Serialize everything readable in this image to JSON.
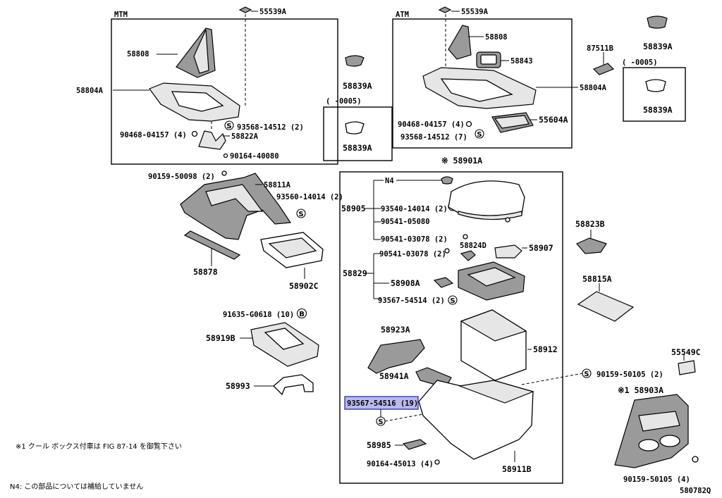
{
  "boxes": {
    "mtm": "MTM",
    "atm": "ATM",
    "range_right": "(      -0005)",
    "range_left": "(      -0005)",
    "console_group": "※ 58901A"
  },
  "labels": {
    "p55539a_mtm": "55539A",
    "p58808_mtm": "58808",
    "p58804a_mtm": "58804A",
    "p93568_mtm": "93568-14512 (2)",
    "p90468_mtm": "90468-04157 (4)",
    "p58822a": "58822A",
    "p90164_40080": "90164-40080",
    "p58839a_top": "58839A",
    "p58839a_boxl": "58839A",
    "p55539a_atm": "55539A",
    "p58808_atm": "58808",
    "p58843": "58843",
    "p87511b": "87511B",
    "p58839a_right_top": "58839A",
    "p58804a_atm": "58804A",
    "p90468_atm": "90468-04157 (4)",
    "p93568_atm": "93568-14512 (7)",
    "p55604a": "55604A",
    "p58839a_boxr": "58839A",
    "p90159_50098": "90159-50098 (2)",
    "p58811a": "58811A",
    "p93560": "93560-14014 (2)",
    "p58878": "58878",
    "p58902c": "58902C",
    "p91635": "91635-G0618 (10)",
    "p58919b": "58919B",
    "p58993": "58993",
    "n4": "N4",
    "p58905": "58905",
    "p93540": "93540-14014 (2)",
    "p90541_05080": "90541-05080",
    "p90541_03078a": "90541-03078 (2)",
    "p90541_03078b": "90541-03078 (2)",
    "p58824d": "58824D",
    "p58907": "58907",
    "p58829": "58829",
    "p58908a": "58908A",
    "p93567_54514": "93567-54514 (2)",
    "p58823b": "58823B",
    "p58815a": "58815A",
    "p58923a": "58923A",
    "p58912": "58912",
    "p58941a": "58941A",
    "p90159_50105a": "90159-50105 (2)",
    "p93567_54516": "93567-54516 (19)",
    "p58985": "58985",
    "p90164_45013": "90164-45013 (4)",
    "p58911b": "58911B",
    "p55549c": "55549C",
    "p58903a": "※1 58903A",
    "p90159_50105b": "90159-50105 (4)"
  },
  "symbols": {
    "s": "S",
    "b": "B"
  },
  "notes": {
    "note1": "※1 クール ボックス付車は FIG 87-14 を御覧下さい",
    "note2": "N4: この部品については補給していません",
    "fig_id": "580782Q"
  }
}
